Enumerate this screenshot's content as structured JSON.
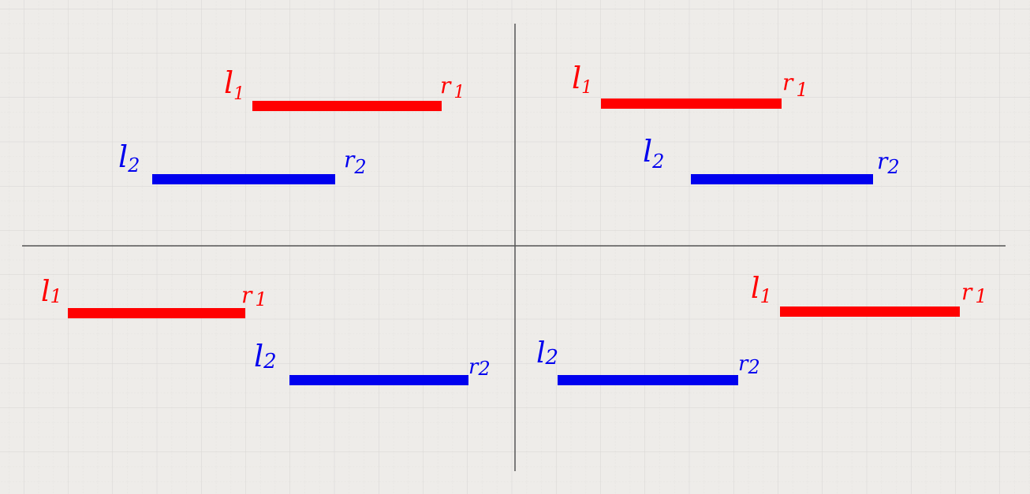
{
  "colors": {
    "paper": "#eeece9",
    "grid_major": "#d9d7d4",
    "grid_minor": "#e6e4e1",
    "axis": "#555555",
    "segment_1": "#ff0000",
    "segment_2": "#0000ee"
  },
  "panels": [
    {
      "id": "top-left",
      "segment_1": {
        "left_label": "l",
        "left_sub": "1",
        "right_label": "r",
        "right_sub": "1"
      },
      "segment_2": {
        "left_label": "l",
        "left_sub": "2",
        "right_label": "r",
        "right_sub": "2"
      }
    },
    {
      "id": "top-right",
      "segment_1": {
        "left_label": "l",
        "left_sub": "1",
        "right_label": "r",
        "right_sub": "1"
      },
      "segment_2": {
        "left_label": "l",
        "left_sub": "2",
        "right_label": "r",
        "right_sub": "2"
      }
    },
    {
      "id": "bottom-left",
      "segment_1": {
        "left_label": "l",
        "left_sub": "1",
        "right_label": "r",
        "right_sub": "1"
      },
      "segment_2": {
        "left_label": "l",
        "left_sub": "2",
        "right_label": "r",
        "right_sub": "2"
      }
    },
    {
      "id": "bottom-right",
      "segment_1": {
        "left_label": "l",
        "left_sub": "1",
        "right_label": "r",
        "right_sub": "1"
      },
      "segment_2": {
        "left_label": "l",
        "left_sub": "2",
        "right_label": "r",
        "right_sub": "2"
      }
    }
  ]
}
